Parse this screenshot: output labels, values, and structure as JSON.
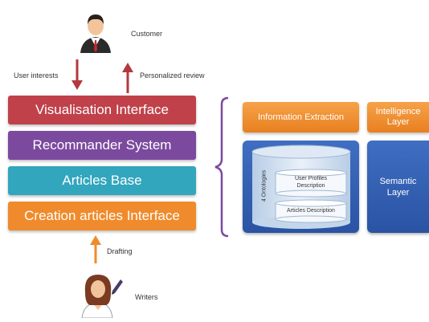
{
  "actors": {
    "customer": "Customer",
    "writers": "Writers"
  },
  "flows": {
    "user_interests": "User interests",
    "personalized_review": "Personalized review",
    "drafting": "Drafting"
  },
  "layers": [
    {
      "label": "Visualisation Interface",
      "color": "#c0414a"
    },
    {
      "label": "Recommander System",
      "color": "#7b4a9e"
    },
    {
      "label": "Articles Base",
      "color": "#31a6bd"
    },
    {
      "label": "Creation articles Interface",
      "color": "#ef8b2c"
    }
  ],
  "right": {
    "information_extraction": "Information Extraction",
    "intelligence_layer_1": "Intelligence",
    "intelligence_layer_2": "Layer",
    "ontologies_label": "4 Ontologies",
    "user_profiles_1": "User Profiles",
    "user_profiles_2": "Description",
    "articles_description": "Articles Description",
    "semantic_layer_1": "Semantic",
    "semantic_layer_2": "Layer"
  },
  "colors": {
    "arrow": "#b23a3f",
    "orange": "#ef8b2c",
    "blue": "#2f5db2",
    "bracket": "#7b4a9e"
  }
}
